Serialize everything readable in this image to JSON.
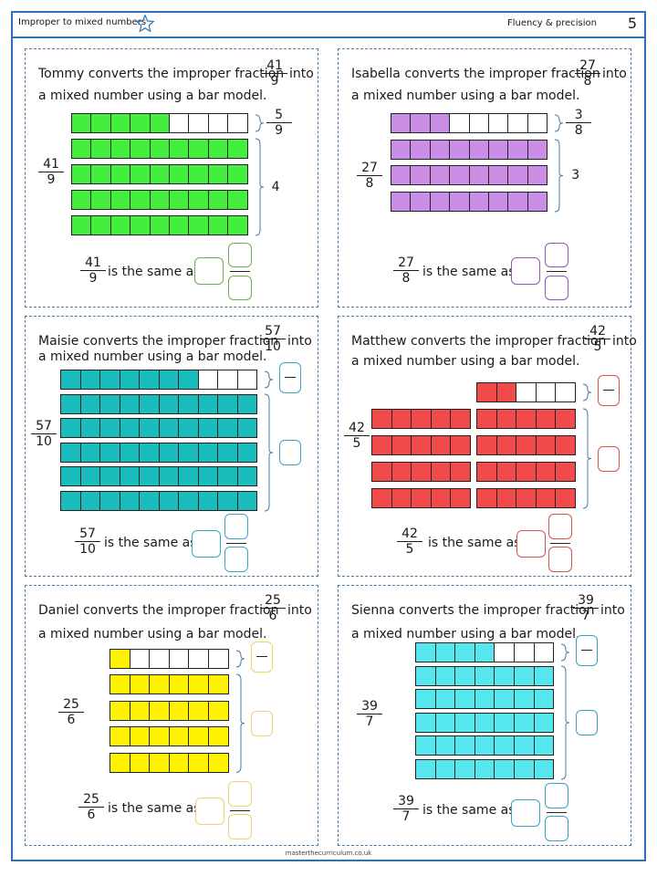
{
  "header": {
    "title": "Improper to mixed numbers",
    "subtitle": "Fluency & precision",
    "page": "5",
    "star_icon": "star-outline-icon",
    "color": "#2a72b3"
  },
  "footer": "masterthecurriculum.co.uk",
  "common": {
    "converts": "converts the improper fraction",
    "into": "into",
    "line2": "a mixed number using a bar model.",
    "same_as": "is the same as"
  },
  "panels": [
    {
      "name": "Tommy",
      "numerator": "41",
      "denominator": "9",
      "color": "#44ee3c",
      "box_color": "#6ab04c",
      "bar_size": 9,
      "full_bars": 4,
      "part_filled": 5,
      "brace_part_num": "5",
      "brace_part_den": "9",
      "brace_whole": "4",
      "answers_shown": true
    },
    {
      "name": "Isabella",
      "numerator": "27",
      "denominator": "8",
      "color": "#c98de6",
      "box_color": "#8e55b8",
      "bar_size": 8,
      "full_bars": 3,
      "part_filled": 3,
      "brace_part_num": "3",
      "brace_part_den": "8",
      "brace_whole": "3",
      "answers_shown": true
    },
    {
      "name": "Maisie",
      "numerator": "57",
      "denominator": "10",
      "color": "#1bbcbc",
      "box_color": "#3aa7c7",
      "bar_size": 10,
      "full_bars": 5,
      "part_filled": 7,
      "answers_shown": false
    },
    {
      "name": "Matthew",
      "numerator": "42",
      "denominator": "5",
      "color": "#f04a4a",
      "box_color": "#d9534f",
      "bar_size": 5,
      "full_bars": 8,
      "part_filled": 2,
      "answers_shown": false
    },
    {
      "name": "Daniel",
      "numerator": "25",
      "denominator": "6",
      "color": "#fff200",
      "box_color": "#f0d070",
      "bar_size": 6,
      "full_bars": 4,
      "part_filled": 1,
      "answers_shown": false
    },
    {
      "name": "Sienna",
      "numerator": "39",
      "denominator": "7",
      "color": "#55e6ee",
      "box_color": "#3a9fc7",
      "bar_size": 7,
      "full_bars": 5,
      "part_filled": 4,
      "answers_shown": false
    }
  ]
}
